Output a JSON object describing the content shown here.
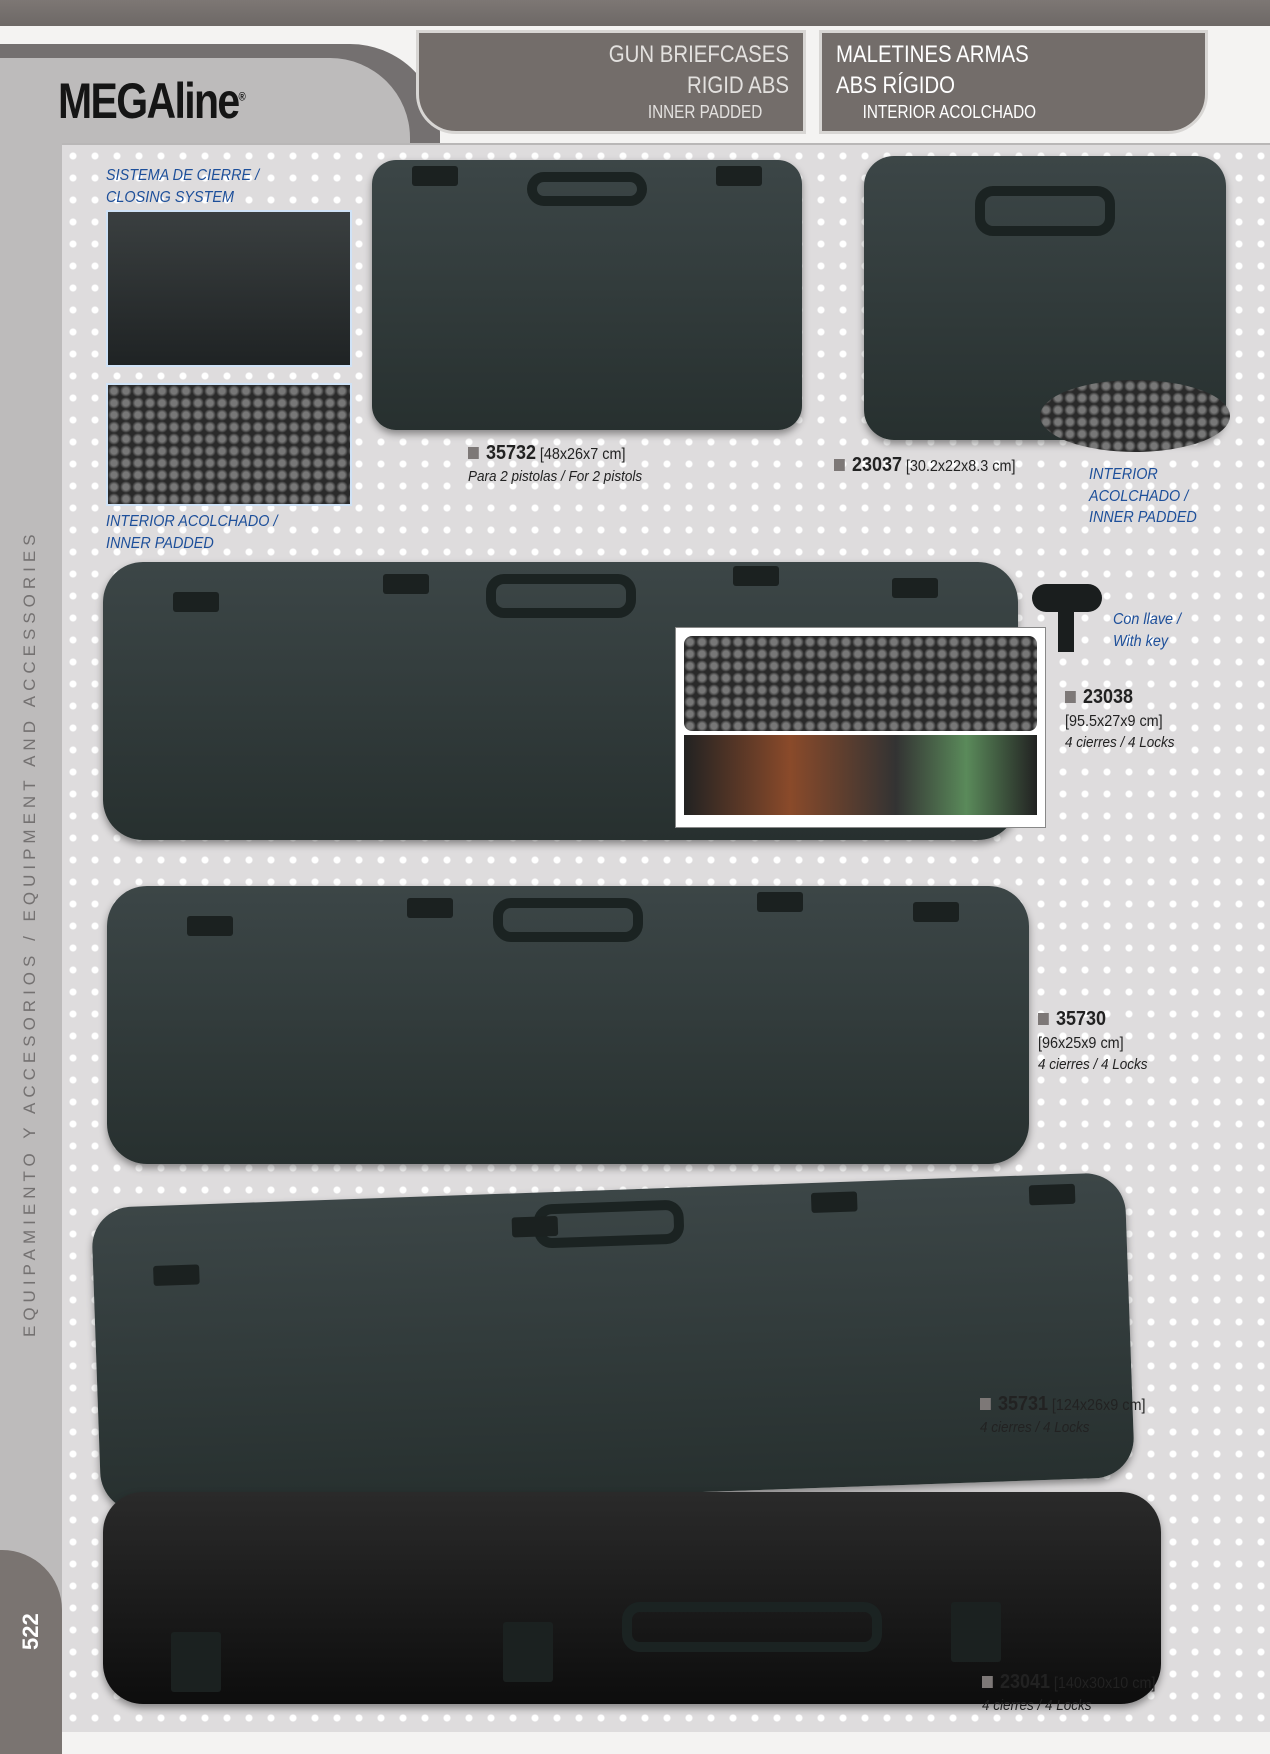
{
  "header": {
    "brand": "MEGAline",
    "registered": "®",
    "title_en": [
      "GUN BRIEFCASES",
      "RIGID ABS",
      "INNER PADDED"
    ],
    "title_es": [
      "MALETINES ARMAS",
      "ABS RÍGIDO",
      "INTERIOR ACOLCHADO"
    ]
  },
  "sidebar": {
    "section": "EQUIPAMIENTO Y ACCESORIOS / EQUIPMENT AND ACCESSORIES",
    "page_number": "522"
  },
  "callouts": {
    "closing": [
      "SISTEMA DE CIERRE /",
      "CLOSING SYSTEM"
    ],
    "padded_left": [
      "INTERIOR ACOLCHADO /",
      "INNER PADDED"
    ],
    "padded_right": [
      "INTERIOR",
      "ACOLCHADO /",
      "INNER PADDED"
    ],
    "key": [
      "Con llave /",
      "With key"
    ]
  },
  "products": [
    {
      "code": "35732",
      "dims": "[48x26x7 cm]",
      "note": "Para 2 pistolas / For 2 pistols"
    },
    {
      "code": "23037",
      "dims": "[30.2x22x8.3 cm]",
      "note": ""
    },
    {
      "code": "23038",
      "dims": "[95.5x27x9 cm]",
      "note": "4 cierres / 4 Locks"
    },
    {
      "code": "35730",
      "dims": "[96x25x9 cm]",
      "note": "4 cierres / 4 Locks"
    },
    {
      "code": "35731",
      "dims": "[124x26x9 cm]",
      "note": "4 cierres / 4 Locks"
    },
    {
      "code": "23041",
      "dims": "[140x30x10 cm]",
      "note": "4 cierres / 4 Locks"
    }
  ],
  "colors": {
    "header_gray": "#736d6a",
    "callout_blue": "#1d4f9a",
    "case": "#2f3939"
  }
}
